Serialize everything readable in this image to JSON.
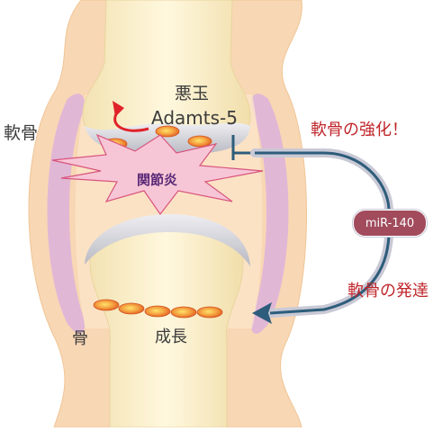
{
  "labels": {
    "cartilage": "軟骨",
    "villain": "悪玉",
    "adamts5": "Adamts-5",
    "arthritis": "関節炎",
    "mirna": "miR-140",
    "strengthen": "軟骨の強化！",
    "develop": "軟骨の発達",
    "bone": "骨",
    "growth": "成長"
  },
  "colors": {
    "bone": "#fbf2c8",
    "cartilage_outer": "#f6cfa3",
    "synovium": "#d9a8d6",
    "cartilage_surface": "#c9c9cf",
    "growth_cell": "#ee7d2b",
    "burst_fill": "#f7c6d6",
    "burst_stroke": "#d8547d",
    "arrow": "#2d5d7b",
    "badge": "#a14b5c",
    "red_text": "#c0262b"
  },
  "icons": [
    "curved-arrow-icon",
    "inhibition-line-icon",
    "arrow-icon"
  ]
}
